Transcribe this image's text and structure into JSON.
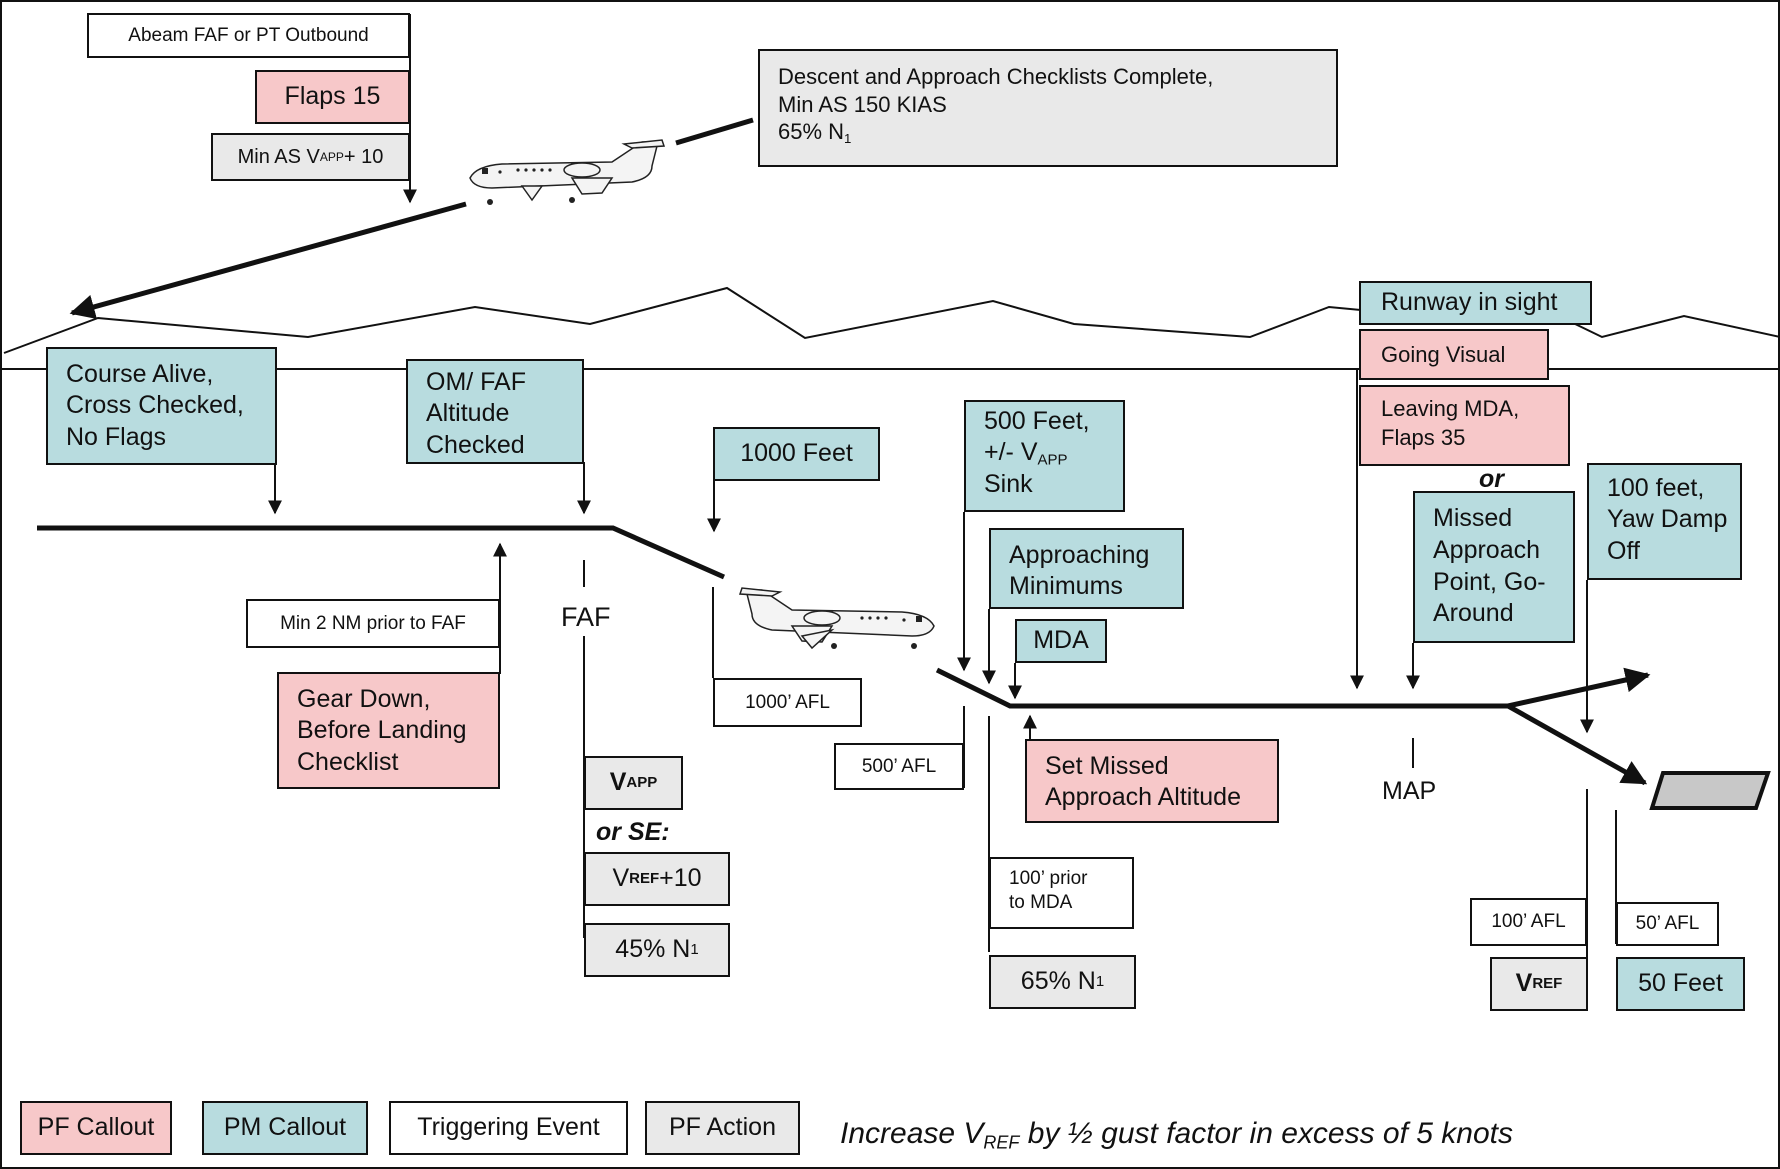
{
  "procedure": {
    "abeam": "Abeam FAF or PT Outbound",
    "flaps15": "Flaps 15",
    "min_as_vapp": {
      "pre": "Min AS V",
      "sub": "APP",
      "post": "+ 10"
    },
    "descent_checklist": {
      "line1": "Descent and Approach Checklists Complete,",
      "line2": "Min AS 150 KIAS",
      "line3_pre": "65% N",
      "line3_sub": "1"
    },
    "course_alive": [
      "Course Alive,",
      "Cross Checked,",
      "No Flags"
    ],
    "om_faf": [
      "OM/ FAF",
      "Altitude",
      "Checked"
    ],
    "feet_1000": "1000 Feet",
    "feet_500": {
      "line1": "500 Feet,",
      "line2_pre": "+/- V",
      "line2_sub": "APP",
      "line3": "Sink"
    },
    "approaching_minimums": [
      "Approaching",
      "Minimums"
    ],
    "mda": "MDA",
    "runway_in_sight": "Runway in sight",
    "going_visual": "Going Visual",
    "leaving_mda": [
      "Leaving MDA,",
      "Flaps 35"
    ],
    "or_label": "or",
    "missed_approach_point": [
      "Missed",
      "Approach",
      "Point, Go-",
      "Around"
    ],
    "feet_100_yaw": [
      "100 feet,",
      "Yaw Damp",
      "Off"
    ],
    "min_2nm": "Min 2 NM prior to FAF",
    "gear_down": [
      "Gear Down,",
      "Before Landing",
      "Checklist"
    ],
    "faf": "FAF",
    "afl_1000": "1000’ AFL",
    "afl_500": "500’ AFL",
    "set_missed": [
      "Set Missed",
      "Approach Altitude"
    ],
    "vapp": {
      "main": "V",
      "sub": "APP"
    },
    "or_se": "or SE:",
    "vref_plus10": {
      "main": "V",
      "sub": "REF",
      "post": " +10"
    },
    "n1_45": {
      "pre": "45% N",
      "sub": "1"
    },
    "prior_mda_100": [
      "100’ prior",
      "to MDA"
    ],
    "n1_65": {
      "pre": "65% N",
      "sub": "1"
    },
    "map": "MAP",
    "afl_100": "100’ AFL",
    "afl_50": "50’ AFL",
    "vref": {
      "main": "V",
      "sub": "REF"
    },
    "feet_50": "50 Feet"
  },
  "legend": {
    "pf_callout": "PF Callout",
    "pm_callout": "PM Callout",
    "triggering_event": "Triggering Event",
    "pf_action": "PF Action",
    "note": {
      "pre": "Increase V",
      "sub": "REF",
      "post": " by ½ gust factor in excess of 5 knots"
    }
  },
  "colors": {
    "pf_callout": "#f7c8c9",
    "pm_callout": "#b8dcdf",
    "triggering_event": "#ffffff",
    "pf_action": "#e9e9e9"
  },
  "icons": [
    "airplane-icon",
    "runway-icon",
    "arrow-icon"
  ]
}
